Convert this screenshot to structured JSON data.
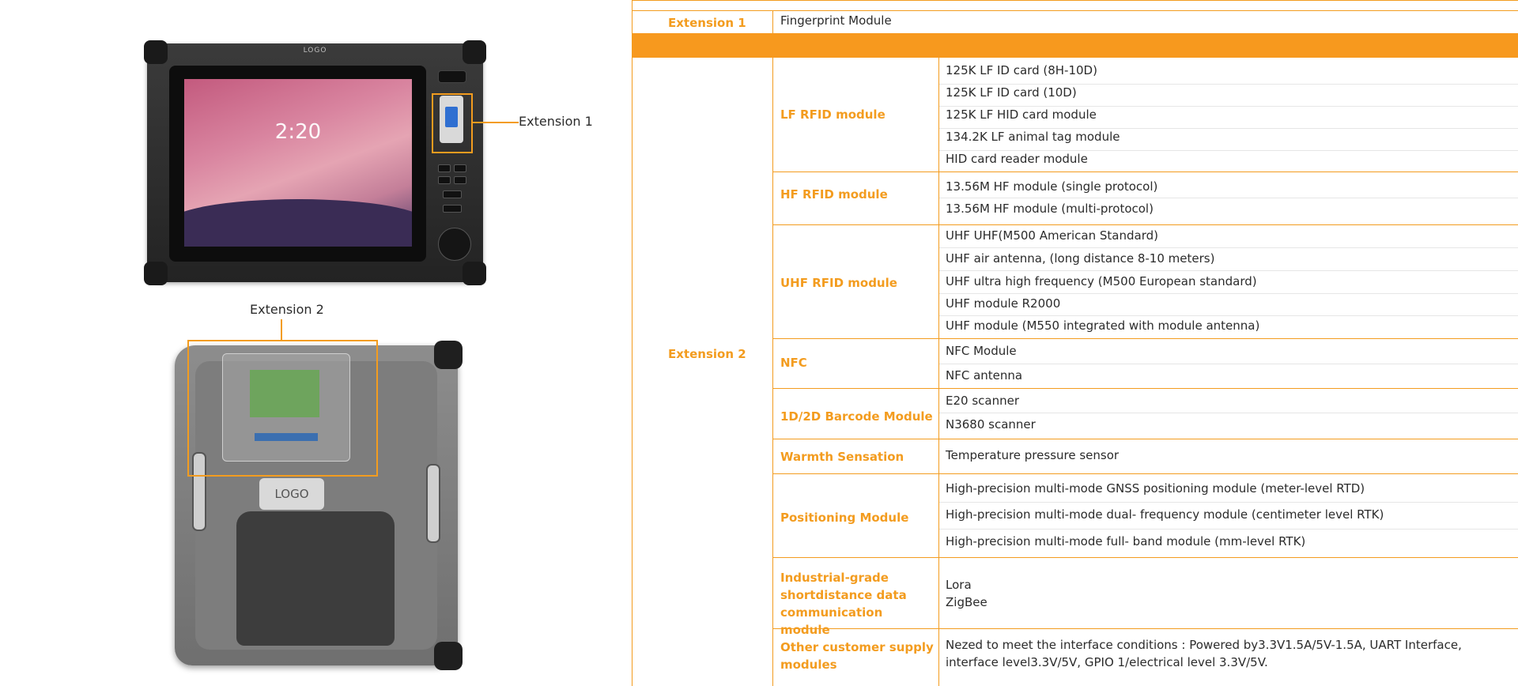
{
  "left_panel": {
    "callout_1": "Extension 1",
    "callout_2": "Extension 2",
    "front_device": {
      "logo_top": "LOGO",
      "clock": "2:20"
    },
    "back_device": {
      "logo_plate": "LOGO"
    }
  },
  "table": {
    "extension_1": {
      "label": "Extension 1",
      "value": "Fingerprint Module"
    },
    "extension_2": {
      "label": "Extension 2",
      "groups": [
        {
          "name": "LF RFID module",
          "items": [
            "125K LF ID card (8H-10D)",
            "125K LF ID card (10D)",
            "125K LF HID card module",
            "134.2K LF animal tag module",
            "HID card reader module"
          ]
        },
        {
          "name": "HF RFID module",
          "items": [
            "13.56M HF module (single protocol)",
            "13.56M HF module (multi-protocol)"
          ]
        },
        {
          "name": "UHF RFID module",
          "items": [
            "UHF UHF(M500 American Standard)",
            "UHF air antenna, (long distance 8-10 meters)",
            "UHF ultra high frequency (M500 European standard)",
            "UHF module R2000",
            "UHF module (M550 integrated with module antenna)"
          ]
        },
        {
          "name": "NFC",
          "items": [
            "NFC Module",
            "NFC antenna"
          ]
        },
        {
          "name": "1D/2D Barcode Module",
          "items": [
            "E20 scanner",
            "N3680 scanner"
          ]
        },
        {
          "name": "Warmth Sensation",
          "items": [
            "Temperature pressure sensor"
          ]
        },
        {
          "name": "Positioning Module",
          "items": [
            "High-precision multi-mode GNSS positioning module (meter-level RTD)",
            "High-precision multi-mode dual- frequency module (centimeter level RTK)",
            "High-precision multi-mode full- band module (mm-level RTK)"
          ]
        },
        {
          "name": "Industrial-grade shortdistance data communication module",
          "items": [
            "Lora",
            "ZigBee"
          ]
        },
        {
          "name": "Other customer supply modules",
          "items": [
            "Nezed to meet the interface conditions : Powered by3.3V1.5A/5V-1.5A, UART Interface, interface level3.3V/5V, GPIO 1/electrical level 3.3V/5V."
          ]
        }
      ]
    }
  },
  "colors": {
    "accent": "#f39c1f",
    "band": "#f7991e",
    "text": "#2b2b2b"
  }
}
